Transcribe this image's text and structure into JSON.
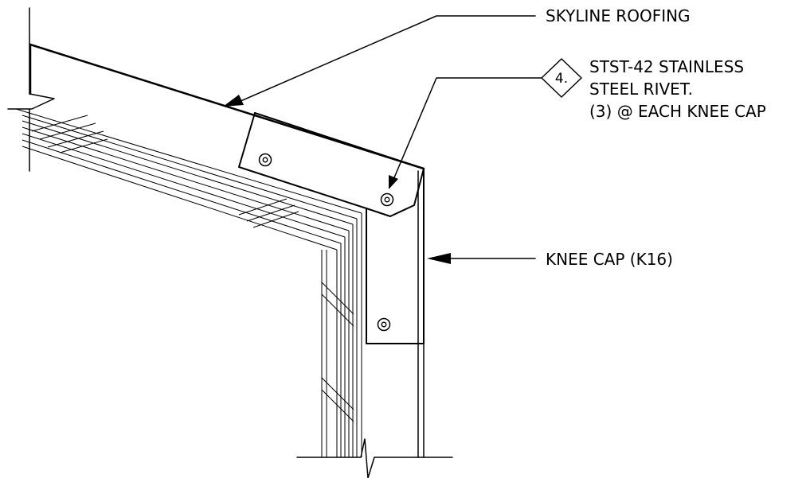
{
  "callouts": {
    "roofing": "SKYLINE ROOFING",
    "rivet_tag": "4.",
    "rivet_line1": "STST-42 STAINLESS",
    "rivet_line2": "STEEL RIVET.",
    "rivet_line3": "(3) @ EACH KNEE CAP",
    "knee_cap": "KNEE CAP (K16)"
  },
  "colors": {
    "ink": "#000000",
    "paper": "#ffffff"
  }
}
